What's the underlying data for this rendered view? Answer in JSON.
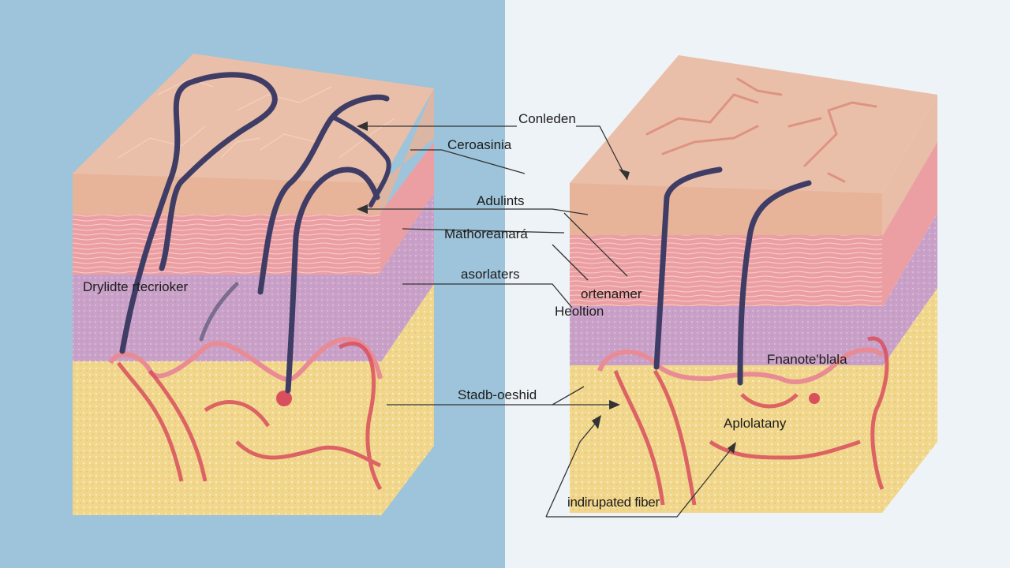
{
  "colors": {
    "background_left": "#9dc4da",
    "background_right": "#eef3f8",
    "epidermis": "#e7b49a",
    "dermis_upper": "#ec9fa2",
    "dermis_lower": "#c9a0c7",
    "hypodermis": "#f1d78c",
    "vessel_dark": "#3f3d66",
    "vessel_red": "#d94f5e",
    "leader_line": "#333333"
  },
  "labels": {
    "conleden": "Conleden",
    "ceroasinia": "Ceroasinia",
    "adulints": "Adulints",
    "mathoreanara": "Mathoreanará",
    "asorlaters": "asorlaters",
    "drylidte_rtecrioker": "Drylidte rtecrioker",
    "ortenamer": "ortenamer",
    "heoltion": "Heoltion",
    "fnanote_blala": "Fnanote'blala",
    "stadb_oeshid": "Stadb-oeshid",
    "aplolatany": "Aplolatany",
    "indirupated_fiber": "indirupated fiber"
  }
}
